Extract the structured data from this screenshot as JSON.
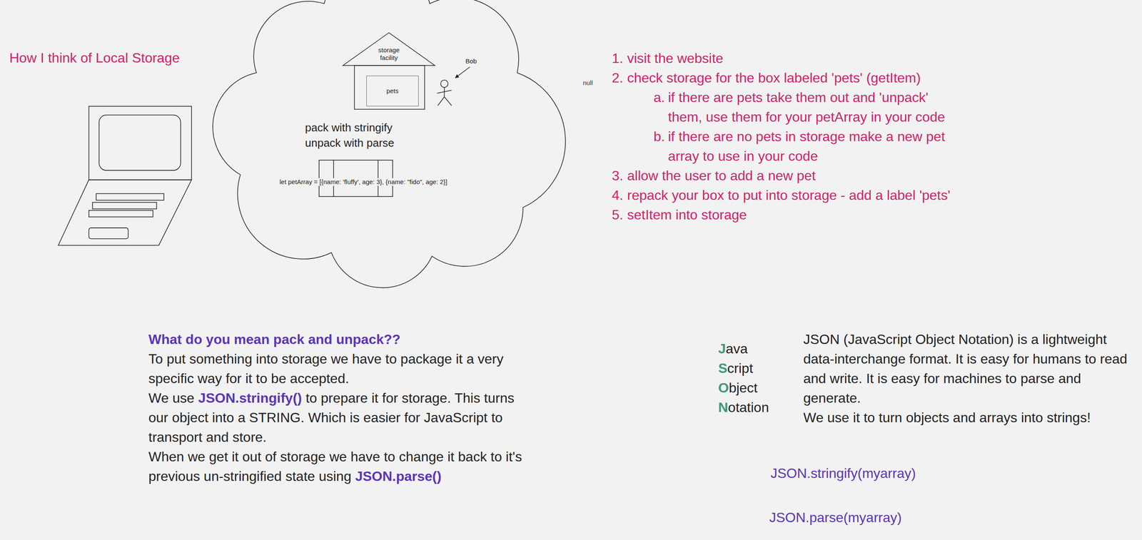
{
  "diagram": {
    "title": "How I think of Local Storage",
    "nodes": [
      {
        "text": [
          "pack with stringify unpack with parse"
        ]
      },
      {
        "text": [
          "storage facility"
        ],
        "in": 0
      },
      {
        "text": [
          "pets"
        ],
        "in": 1
      }
    ],
    "labels": [
      "Bob",
      "let petArray = [{name: 'fluffy', age: 3}, {name: \"fido\", age: 2}]",
      "null",
      "1.",
      "visit the website",
      "2.",
      "check storage for the box labeled 'pets' (getItem)",
      "a.",
      "if there are pets take them out and 'unpack' them, use them for your petArray in your code",
      "b.",
      "if there are no pets in storage make a new pet array to use in your code",
      "3.",
      "allow the user to add a new pet",
      "4.",
      "repack your box to put into storage - add a label 'pets'",
      "5.",
      "setItem into storage",
      "What do you mean pack and unpack??",
      "To put something into storage we have to package it a very specific way for it to be accepted.",
      "We use",
      "JSON.stringify()",
      "to prepare it for storage. This turns our object into a STRING. Which is easier for JavaScript to transport and store.",
      "When we get it out of storage we have to change it back to it's previous un-stringified state using",
      "JSON.parse()",
      "J",
      "ava",
      "S",
      "cript",
      "O",
      "bject",
      "N",
      "otation",
      "JSON (JavaScript Object Notation) is a lightweight data-interchange format. It is easy for humans to read and write. It is easy for machines to parse and generate.",
      "We use it to turn objects and arrays into strings!",
      "JSON.stringify(myarray)",
      "JSON.parse(myarray)"
    ]
  }
}
